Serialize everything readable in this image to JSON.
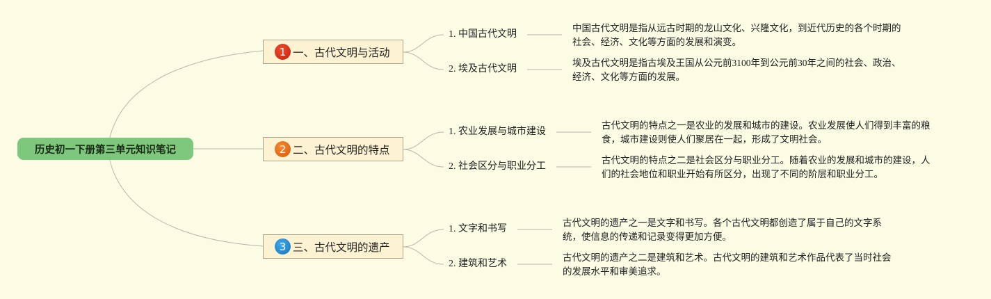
{
  "root": {
    "title": "历史初一下册第三单元知识笔记"
  },
  "branches": [
    {
      "number": "1",
      "title": "一、古代文明与活动",
      "children": [
        {
          "label": "1. 中国古代文明",
          "desc": [
            "中国古代文明是指从远古时期的龙山文化、兴隆文化，到近代历史的各个时期的",
            "社会、经济、文化等方面的发展和演变。"
          ]
        },
        {
          "label": "2. 埃及古代文明",
          "desc": [
            "埃及古代文明是指古埃及王国从公元前3100年到公元前30年之间的社会、政治、",
            "经济、文化等方面的发展。"
          ]
        }
      ]
    },
    {
      "number": "2",
      "title": "二、古代文明的特点",
      "children": [
        {
          "label": "1. 农业发展与城市建设",
          "desc": [
            "古代文明的特点之一是农业的发展和城市的建设。农业发展使人们得到丰富的粮",
            "食，城市建设则使人们聚居在一起，形成了文明社会。"
          ]
        },
        {
          "label": "2. 社会区分与职业分工",
          "desc": [
            "古代文明的特点之二是社会区分与职业分工。随着农业的发展和城市的建设，人",
            "们的社会地位和职业开始有所区分，出现了不同的阶层和职业分工。"
          ]
        }
      ]
    },
    {
      "number": "3",
      "title": "三、古代文明的遗产",
      "children": [
        {
          "label": "1. 文字和书写",
          "desc": [
            "古代文明的遗产之一是文字和书写。各个古代文明都创造了属于自己的文字系",
            "统，使信息的传递和记录变得更加方便。"
          ]
        },
        {
          "label": "2. 建筑和艺术",
          "desc": [
            "古代文明的遗产之二是建筑和艺术。古代文明的建筑和艺术作品代表了当时社会",
            "的发展水平和审美追求。"
          ]
        }
      ]
    }
  ],
  "colors": {
    "background": "#fcfbe4",
    "root_fill": "#7dc87c",
    "topic_fill": "#fdf3d3",
    "connector": "#b9b6a8",
    "badge_1": "#d9321a",
    "badge_2": "#ec7020",
    "badge_3": "#2b93d9"
  }
}
